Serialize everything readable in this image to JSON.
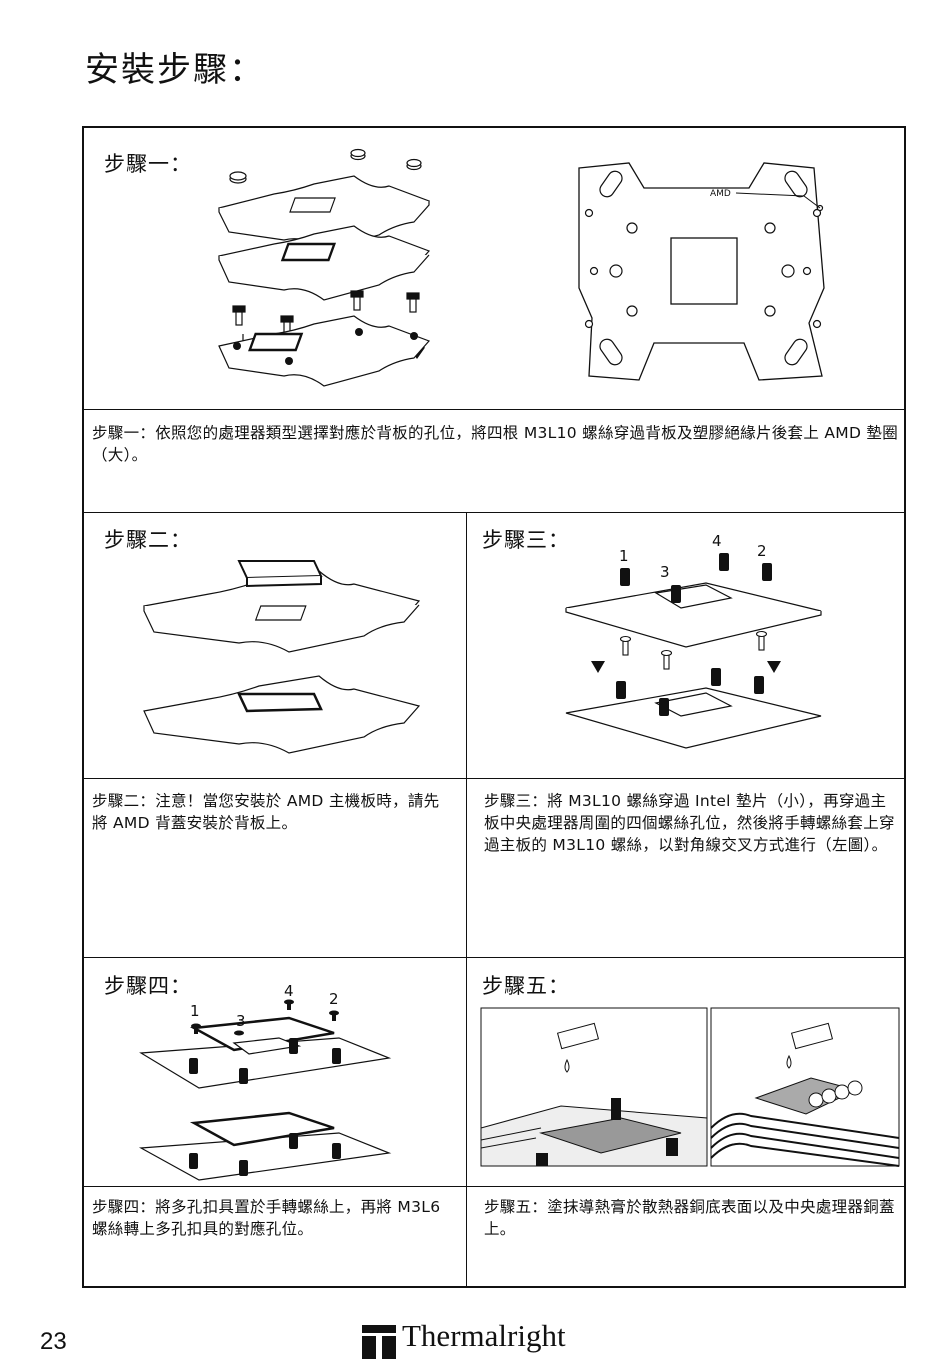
{
  "page": {
    "title": "安裝步驟：",
    "number": "23",
    "brand": "Thermalright"
  },
  "steps": {
    "s1": {
      "heading": "步驟一：",
      "amd_label": "AMD",
      "description": "步驟一：依照您的處理器類型選擇對應於背板的孔位，將四根 M3L10 螺絲穿過背板及塑膠絕緣片後套上 AMD 墊圈（大）。"
    },
    "s2": {
      "heading": "步驟二：",
      "description": "步驟二：注意！當您安裝於 AMD 主機板時，請先將 AMD 背蓋安裝於背板上。"
    },
    "s3": {
      "heading": "步驟三：",
      "labels": [
        "1",
        "2",
        "3",
        "4"
      ],
      "description": "步驟三：將 M3L10 螺絲穿過 Intel 墊片（小），再穿過主板中央處理器周圍的四個螺絲孔位，然後將手轉螺絲套上穿過主板的 M3L10 螺絲，以對角線交叉方式進行（左圖）。"
    },
    "s4": {
      "heading": "步驟四：",
      "labels": [
        "1",
        "2",
        "3",
        "4"
      ],
      "description": "步驟四：將多孔扣具置於手轉螺絲上，再將 M3L6 螺絲轉上多孔扣具的對應孔位。"
    },
    "s5": {
      "heading": "步驟五：",
      "description": "步驟五：塗抹導熱膏於散熱器銅底表面以及中央處理器銅蓋上。"
    }
  }
}
